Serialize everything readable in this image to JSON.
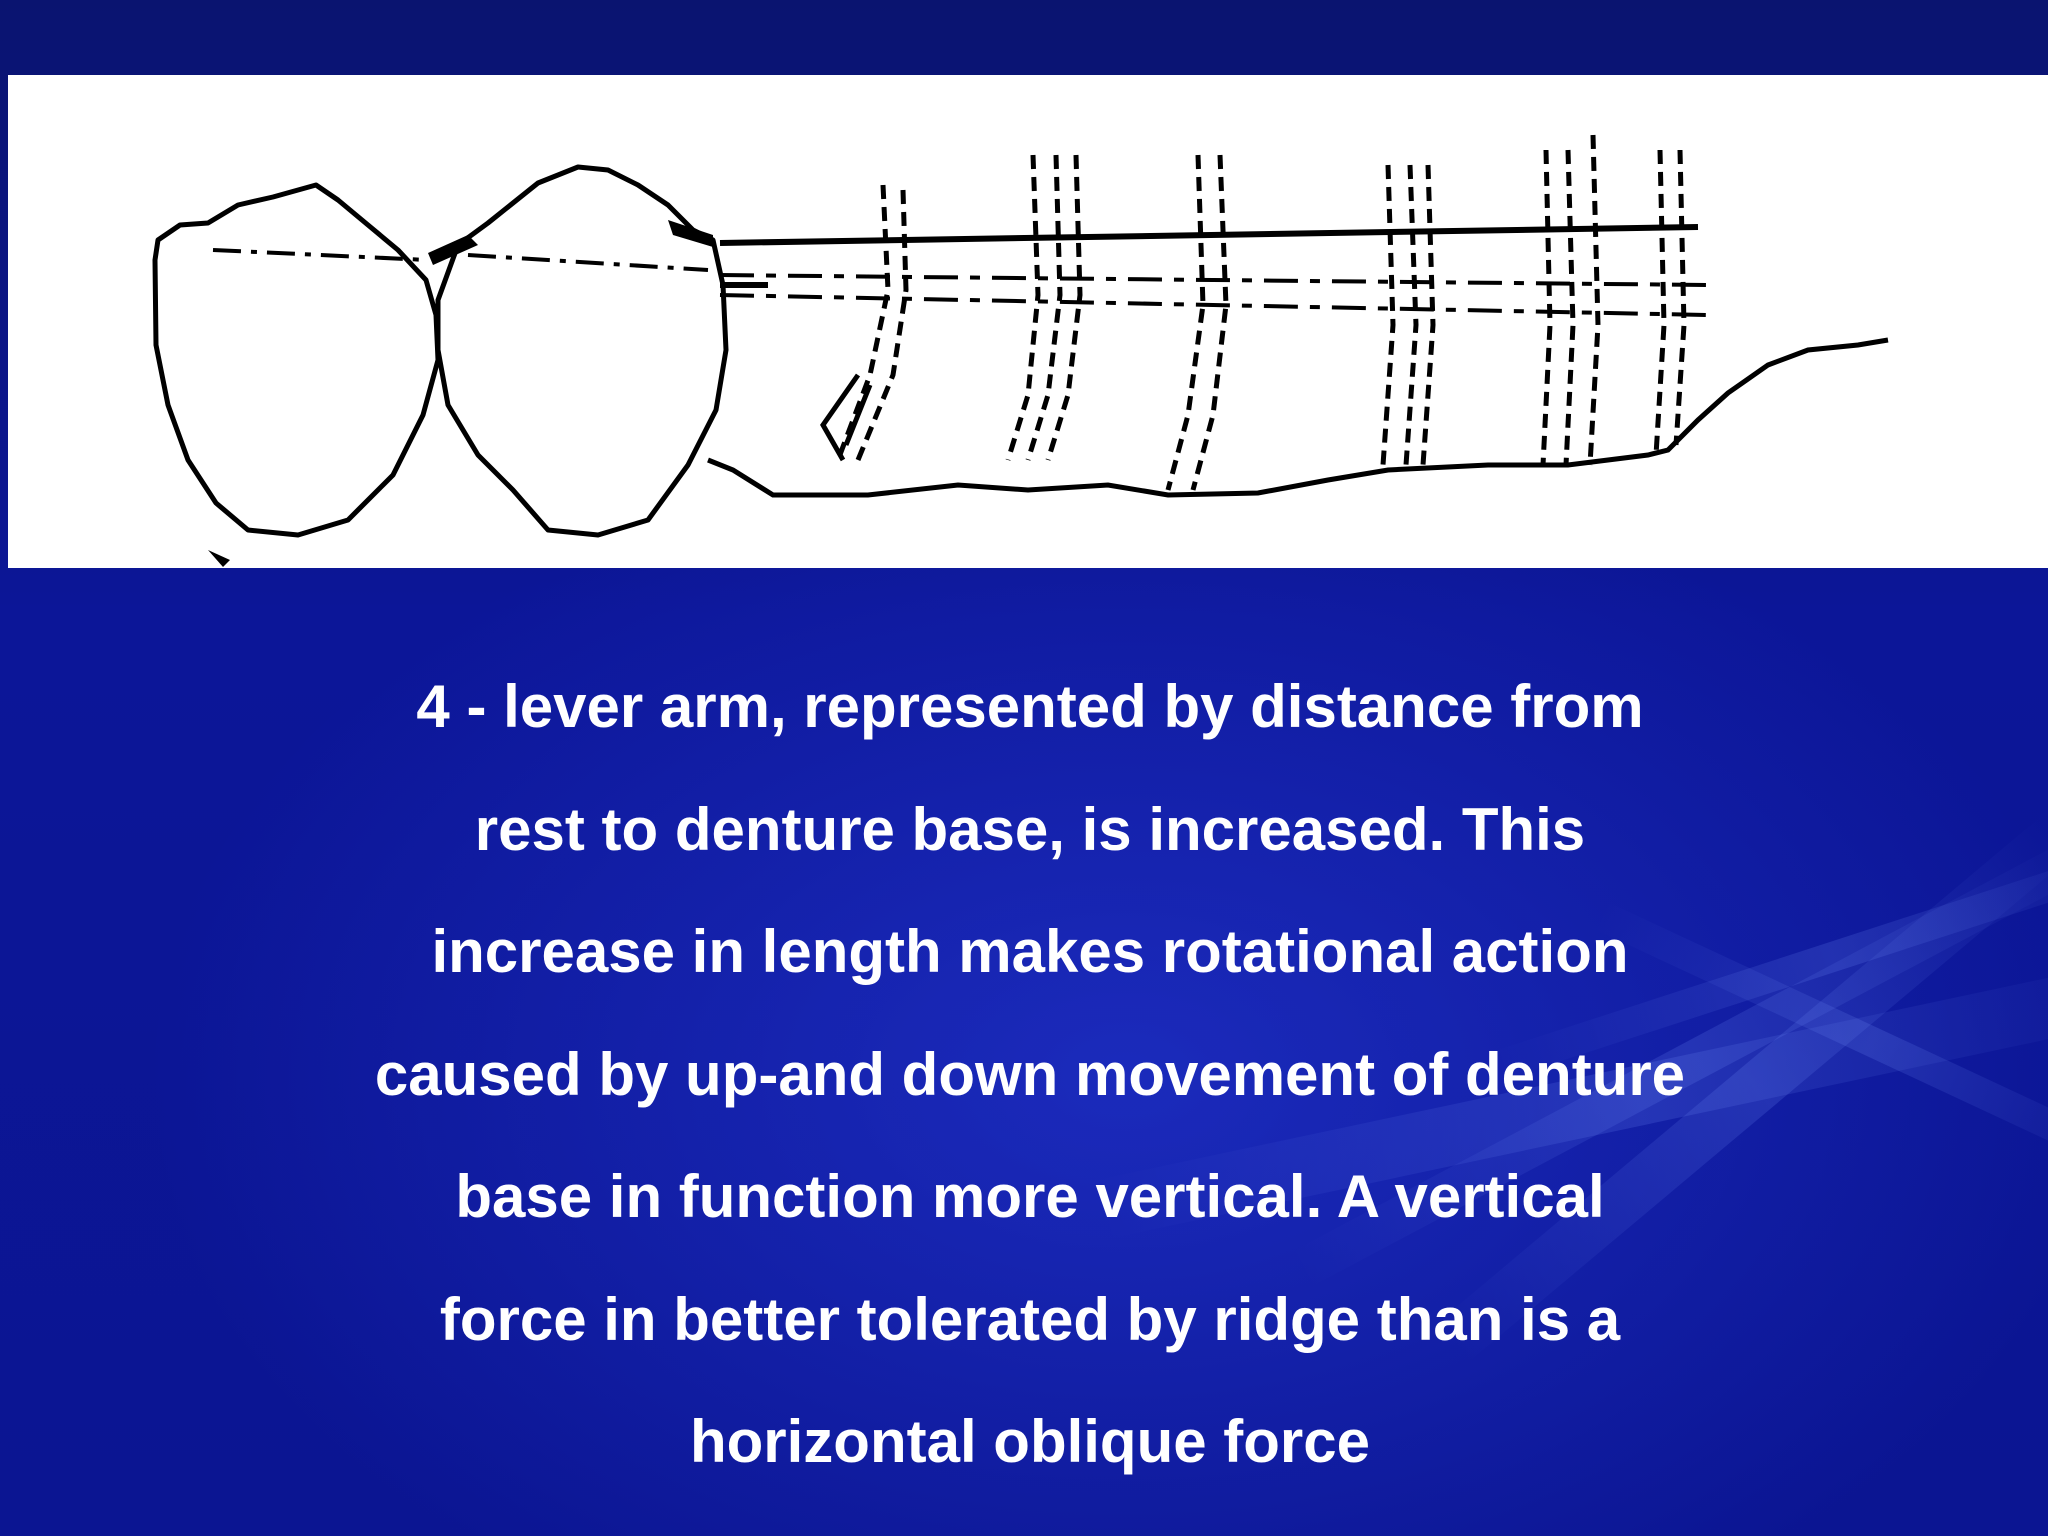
{
  "slide": {
    "diagram": {
      "subject": "tooth crowns and denture base ridge line drawing",
      "colors": {
        "panel_background": "#ffffff",
        "line_color": "#000000"
      }
    },
    "caption_lines": [
      "4 - lever arm, represented by distance from",
      "rest to denture base, is increased. This",
      "increase in length makes rotational action",
      "caused by up-and down movement of denture",
      "base in function more vertical. A vertical",
      "force in better tolerated by ridge than is a",
      "horizontal oblique force"
    ],
    "colors": {
      "background": "#0b1592",
      "text": "#ffffff"
    }
  }
}
